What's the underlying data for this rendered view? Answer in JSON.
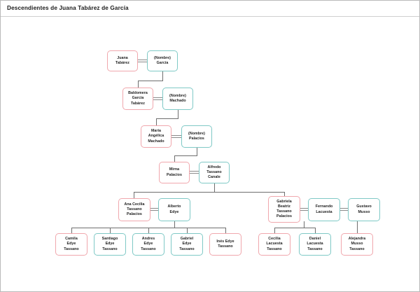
{
  "document": {
    "title": "Descendientes de Juana Tabárez de García"
  },
  "legend": {
    "female_color": "#f0a7ad",
    "male_color": "#7fc9c6",
    "line_color": "#6e6e6e",
    "marriage_line_color": "#8a8a8a"
  },
  "tree": {
    "generations": [
      {
        "index": 1,
        "nodes": [
          {
            "id": "juana",
            "name": "Juana\nTabárez",
            "sex": "female"
          },
          {
            "id": "garcia",
            "name": "(Nombre)\nGarcía",
            "sex": "male"
          }
        ]
      },
      {
        "index": 2,
        "nodes": [
          {
            "id": "baldomera",
            "name": "Baldomera\nGarcía\nTabárez",
            "sex": "female"
          },
          {
            "id": "machado",
            "name": "(Nombre)\nMachado",
            "sex": "male"
          }
        ]
      },
      {
        "index": 3,
        "nodes": [
          {
            "id": "maria",
            "name": "María\nAngélica\nMachado",
            "sex": "female"
          },
          {
            "id": "palacios",
            "name": "(Nombre)\nPalacios",
            "sex": "male"
          }
        ]
      },
      {
        "index": 4,
        "nodes": [
          {
            "id": "mirna",
            "name": "Mirna\nPalacios",
            "sex": "female"
          },
          {
            "id": "alfredo",
            "name": "Alfredo\nTassano\nCanale",
            "sex": "male"
          }
        ]
      },
      {
        "index": 5,
        "nodes": [
          {
            "id": "anacecilia",
            "name": "Ana Cecilia\nTassano\nPalacios",
            "sex": "female"
          },
          {
            "id": "alberto",
            "name": "Alberto\nEdye",
            "sex": "male"
          },
          {
            "id": "gabriela",
            "name": "Gabriela\nBeatriz\nTassano\nPalacios",
            "sex": "female"
          },
          {
            "id": "fernando",
            "name": "Fernando\nLacuesta",
            "sex": "male"
          },
          {
            "id": "gustavo",
            "name": "Gustavo\nMusso",
            "sex": "male"
          }
        ]
      },
      {
        "index": 6,
        "nodes": [
          {
            "id": "camila",
            "name": "Camila\nEdye\nTassano",
            "sex": "female"
          },
          {
            "id": "santiago",
            "name": "Santiago\nEdye\nTassano",
            "sex": "male"
          },
          {
            "id": "andres",
            "name": "Andres\nEdye\nTassano",
            "sex": "male"
          },
          {
            "id": "gabriel",
            "name": "Gabriel\nEdye\nTassano",
            "sex": "male"
          },
          {
            "id": "ines",
            "name": "Inés Edye\nTassano",
            "sex": "female"
          },
          {
            "id": "ceciliaL",
            "name": "Cecilia\nLacuesta\nTassano",
            "sex": "female"
          },
          {
            "id": "danielL",
            "name": "Daniel\nLacuesta\nTassano",
            "sex": "male"
          },
          {
            "id": "alejandra",
            "name": "Alejandra\nMusso\nTassano",
            "sex": "female"
          }
        ]
      }
    ],
    "unions": [
      {
        "partners": [
          "juana",
          "garcia"
        ],
        "children": [
          "baldomera"
        ]
      },
      {
        "partners": [
          "baldomera",
          "machado"
        ],
        "children": [
          "maria"
        ]
      },
      {
        "partners": [
          "maria",
          "palacios"
        ],
        "children": [
          "mirna"
        ]
      },
      {
        "partners": [
          "mirna",
          "alfredo"
        ],
        "children": [
          "anacecilia",
          "gabriela"
        ]
      },
      {
        "partners": [
          "anacecilia",
          "alberto"
        ],
        "children": [
          "camila",
          "santiago",
          "andres",
          "gabriel",
          "ines"
        ]
      },
      {
        "partners": [
          "gabriela",
          "fernando"
        ],
        "children": [
          "ceciliaL",
          "danielL"
        ]
      },
      {
        "partners": [
          "gabriela",
          "gustavo"
        ],
        "children": [
          "alejandra"
        ]
      }
    ]
  }
}
